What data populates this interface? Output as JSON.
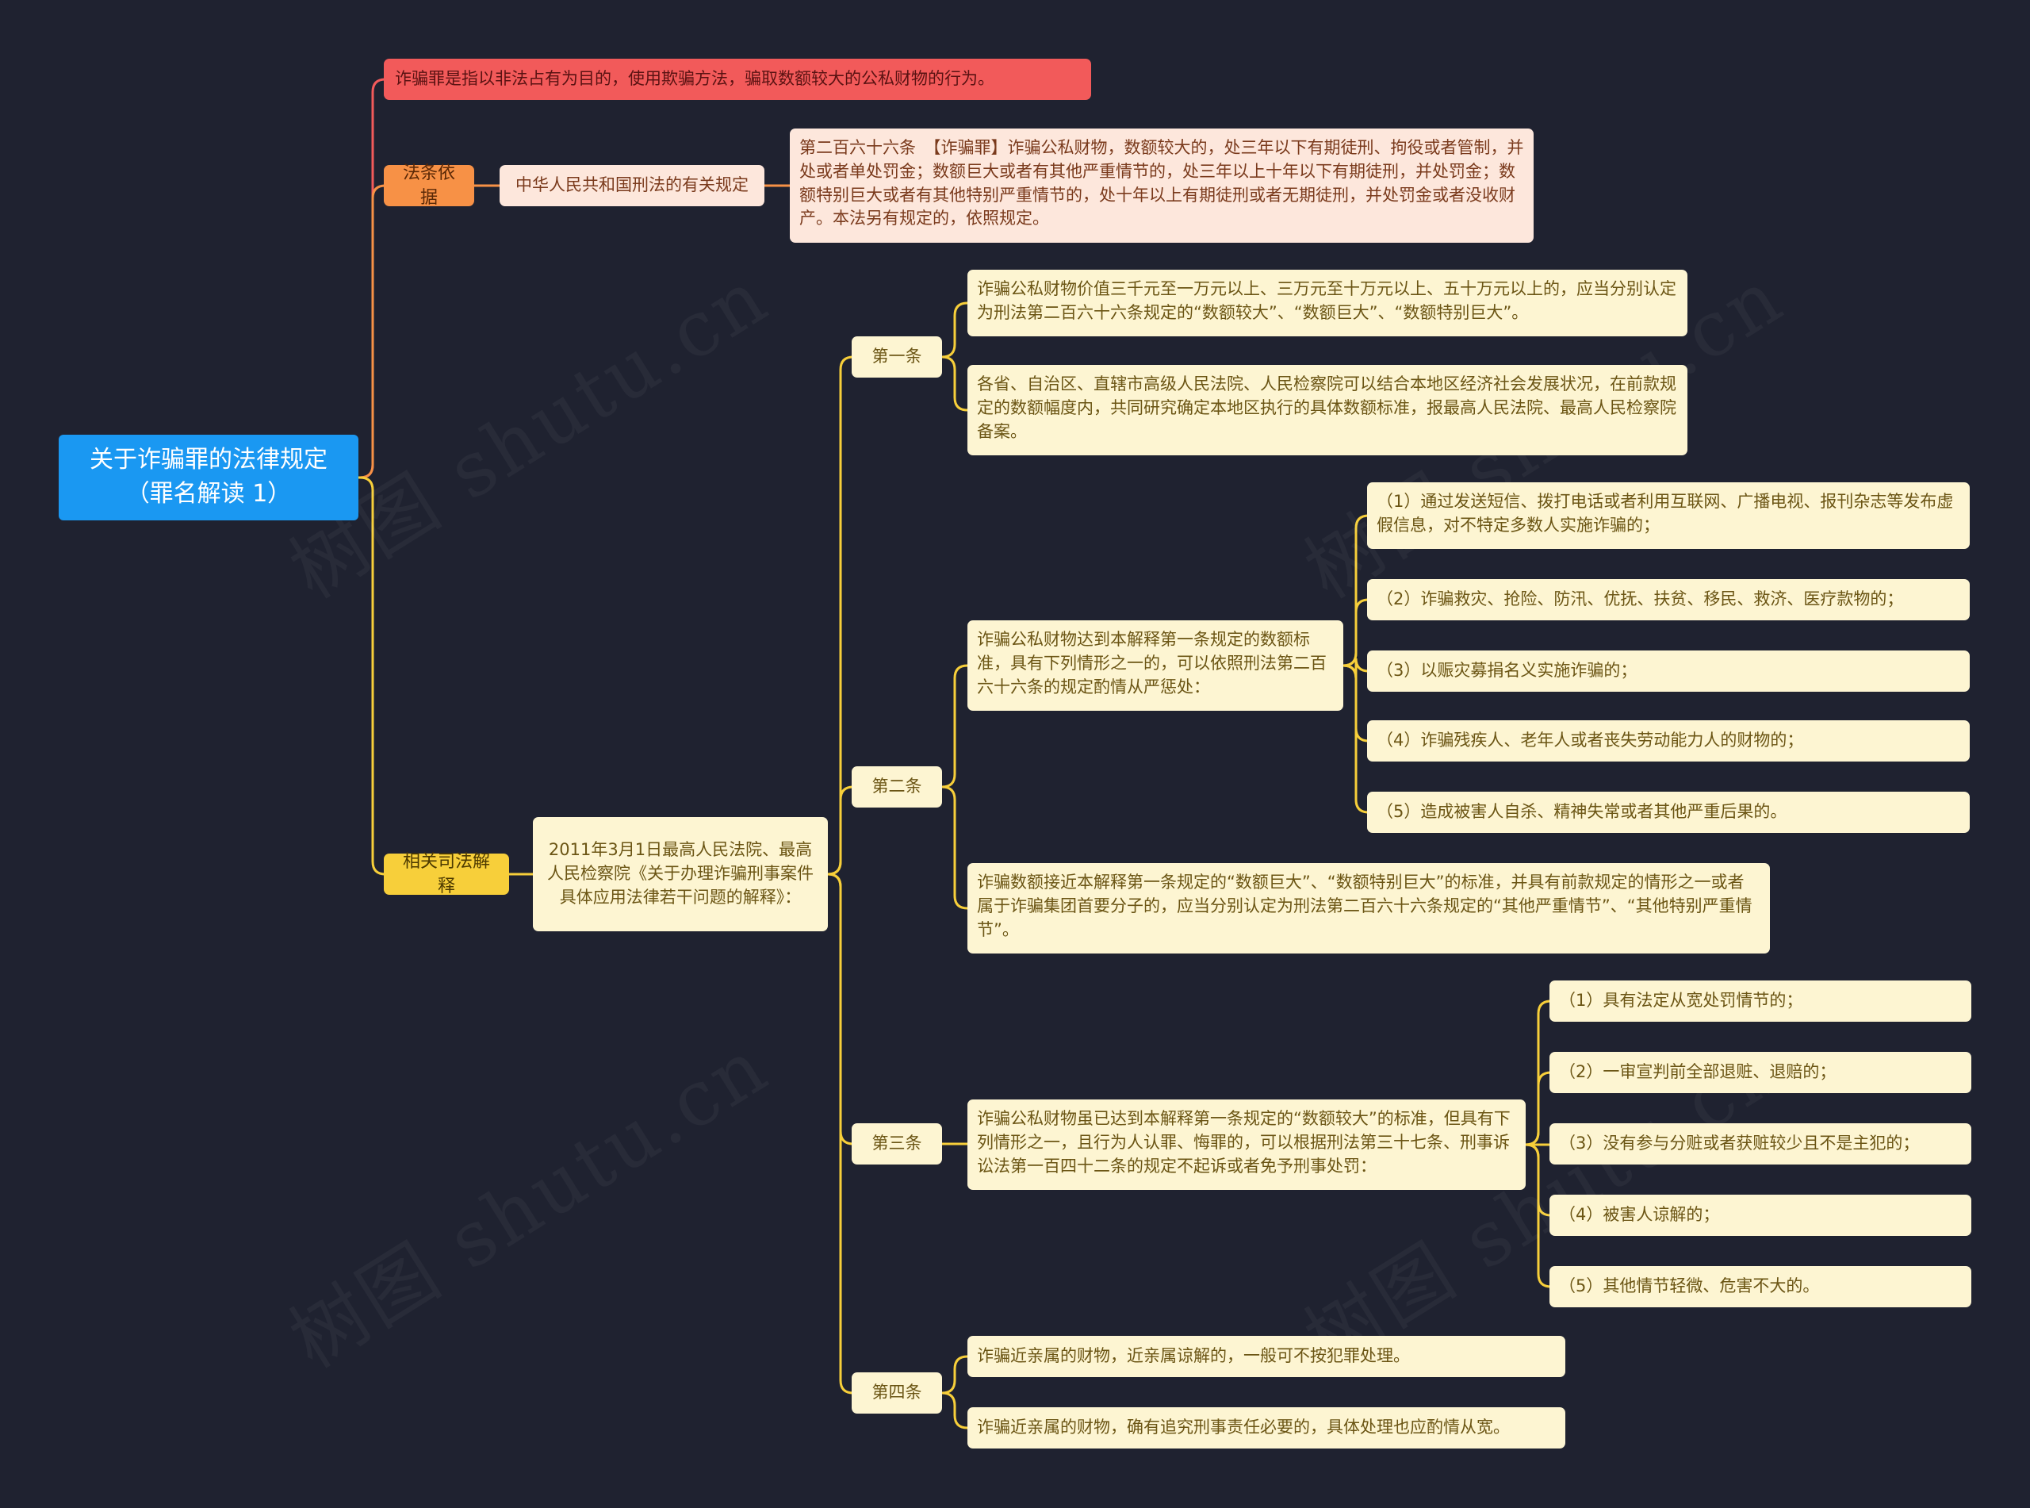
{
  "watermark": "树图 shutu.cn",
  "colors": {
    "background": "#1f2230",
    "root": "#1a98f2",
    "red_branch": "#f25a5a",
    "orange_branch": "#f79146",
    "yellow_branch": "#f7cf3a",
    "peach_node": "#fde7dc",
    "cream_node": "#fdf5d2"
  },
  "root": {
    "label": "关于诈骗罪的法律规定（罪名解读 1）"
  },
  "definition": {
    "text": "诈骗罪是指以非法占有为目的，使用欺骗方法，骗取数额较大的公私财物的行为。"
  },
  "law_basis": {
    "label": "法条依据",
    "source": "中华人民共和国刑法的有关规定",
    "article": "第二百六十六条　【诈骗罪】诈骗公私财物，数额较大的，处三年以下有期徒刑、拘役或者管制，并处或者单处罚金；数额巨大或者有其他严重情节的，处三年以上十年以下有期徒刑，并处罚金；数额特别巨大或者有其他特别严重情节的，处十年以上有期徒刑或者无期徒刑，并处罚金或者没收财产。本法另有规定的，依照规定。"
  },
  "judicial": {
    "label": "相关司法解释",
    "source": "2011年3月1日最高人民法院、最高人民检察院《关于办理诈骗刑事案件具体应用法律若干问题的解释》：",
    "article1": {
      "label": "第一条",
      "items": [
        "诈骗公私财物价值三千元至一万元以上、三万元至十万元以上、五十万元以上的，应当分别认定为刑法第二百六十六条规定的“数额较大”、“数额巨大”、“数额特别巨大”。",
        "各省、自治区、直辖市高级人民法院、人民检察院可以结合本地区经济社会发展状况，在前款规定的数额幅度内，共同研究确定本地区执行的具体数额标准，报最高人民法院、最高人民检察院备案。"
      ]
    },
    "article2": {
      "label": "第二条",
      "intro": "诈骗公私财物达到本解释第一条规定的数额标准，具有下列情形之一的，可以依照刑法第二百六十六条的规定酌情从严惩处：",
      "items": [
        "（1）通过发送短信、拨打电话或者利用互联网、广播电视、报刊杂志等发布虚假信息，对不特定多数人实施诈骗的；",
        "（2）诈骗救灾、抢险、防汛、优抚、扶贫、移民、救济、医疗款物的；",
        "（3）以赈灾募捐名义实施诈骗的；",
        "（4）诈骗残疾人、老年人或者丧失劳动能力人的财物的；",
        "（5）造成被害人自杀、精神失常或者其他严重后果的。"
      ],
      "extra": "诈骗数额接近本解释第一条规定的“数额巨大”、“数额特别巨大”的标准，并具有前款规定的情形之一或者属于诈骗集团首要分子的，应当分别认定为刑法第二百六十六条规定的“其他严重情节”、“其他特别严重情节”。"
    },
    "article3": {
      "label": "第三条",
      "intro": "诈骗公私财物虽已达到本解释第一条规定的“数额较大”的标准，但具有下列情形之一，且行为人认罪、悔罪的，可以根据刑法第三十七条、刑事诉讼法第一百四十二条的规定不起诉或者免予刑事处罚：",
      "items": [
        "（1）具有法定从宽处罚情节的；",
        "（2）一审宣判前全部退赃、退赔的；",
        "（3）没有参与分赃或者获赃较少且不是主犯的；",
        "（4）被害人谅解的；",
        "（5）其他情节轻微、危害不大的。"
      ]
    },
    "article4": {
      "label": "第四条",
      "items": [
        "诈骗近亲属的财物，近亲属谅解的，一般可不按犯罪处理。",
        "诈骗近亲属的财物，确有追究刑事责任必要的，具体处理也应酌情从宽。"
      ]
    }
  }
}
